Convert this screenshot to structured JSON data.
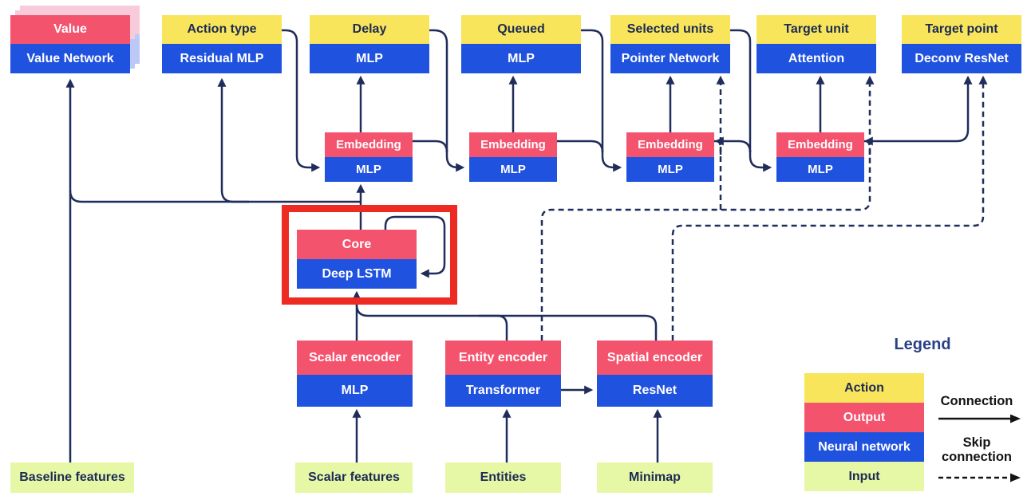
{
  "heads": [
    {
      "action": "Value",
      "network": "Value Network"
    },
    {
      "action": "Action type",
      "network": "Residual MLP"
    },
    {
      "action": "Delay",
      "network": "MLP"
    },
    {
      "action": "Queued",
      "network": "MLP"
    },
    {
      "action": "Selected units",
      "network": "Pointer Network"
    },
    {
      "action": "Target unit",
      "network": "Attention"
    },
    {
      "action": "Target point",
      "network": "Deconv ResNet"
    }
  ],
  "embeddings": [
    {
      "output": "Embedding",
      "network": "MLP"
    },
    {
      "output": "Embedding",
      "network": "MLP"
    },
    {
      "output": "Embedding",
      "network": "MLP"
    },
    {
      "output": "Embedding",
      "network": "MLP"
    }
  ],
  "core": {
    "output": "Core",
    "network": "Deep LSTM"
  },
  "encoders": [
    {
      "output": "Scalar encoder",
      "network": "MLP"
    },
    {
      "output": "Entity encoder",
      "network": "Transformer"
    },
    {
      "output": "Spatial encoder",
      "network": "ResNet"
    }
  ],
  "inputs": [
    "Baseline features",
    "Scalar features",
    "Entities",
    "Minimap"
  ],
  "legend": {
    "title": "Legend",
    "rows": [
      {
        "label": "Action"
      },
      {
        "label": "Output"
      },
      {
        "label": "Neural network"
      },
      {
        "label": "Input"
      }
    ],
    "connection_label": "Connection",
    "skip_connection_label": "Skip connection"
  },
  "colors": {
    "action_yellow": "#F8E55B",
    "output_pink": "#F4536E",
    "network_blue": "#2052E0",
    "input_green": "#E6F7A5",
    "line_navy": "#202C5A",
    "highlight_red": "#EE2B22",
    "ghost_pink": "#F8CBDA",
    "ghost_blue": "#BCC9F6",
    "legend_arrow_black": "#141414",
    "title_navy": "#2B3F85"
  }
}
